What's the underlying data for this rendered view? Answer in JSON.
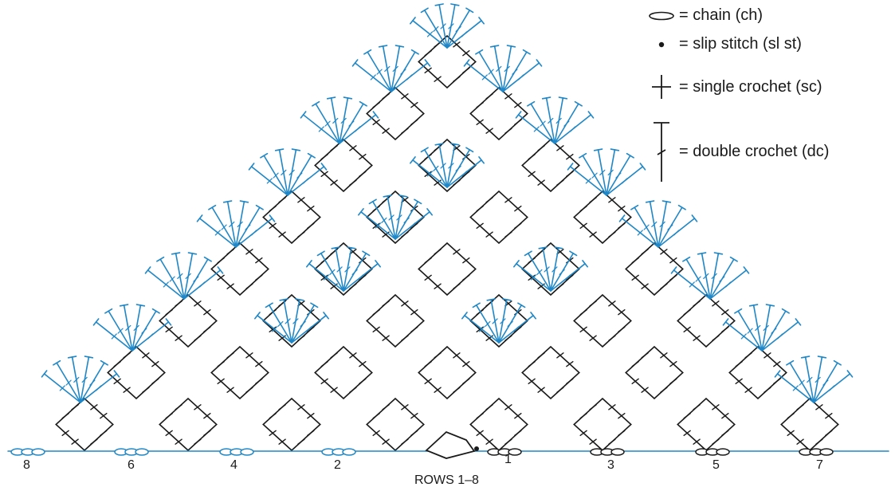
{
  "legend": {
    "chain": "= chain (ch)",
    "slip_stitch": "= slip stitch (sl st)",
    "single_crochet": "= single crochet (sc)",
    "double_crochet": "= double crochet (dc)"
  },
  "row_numbers": [
    "8",
    "6",
    "4",
    "2",
    "1",
    "3",
    "5",
    "7"
  ],
  "caption": "ROWS 1–8",
  "colors": {
    "ink": "#1a1a1a",
    "accent": "#1f87c7"
  }
}
